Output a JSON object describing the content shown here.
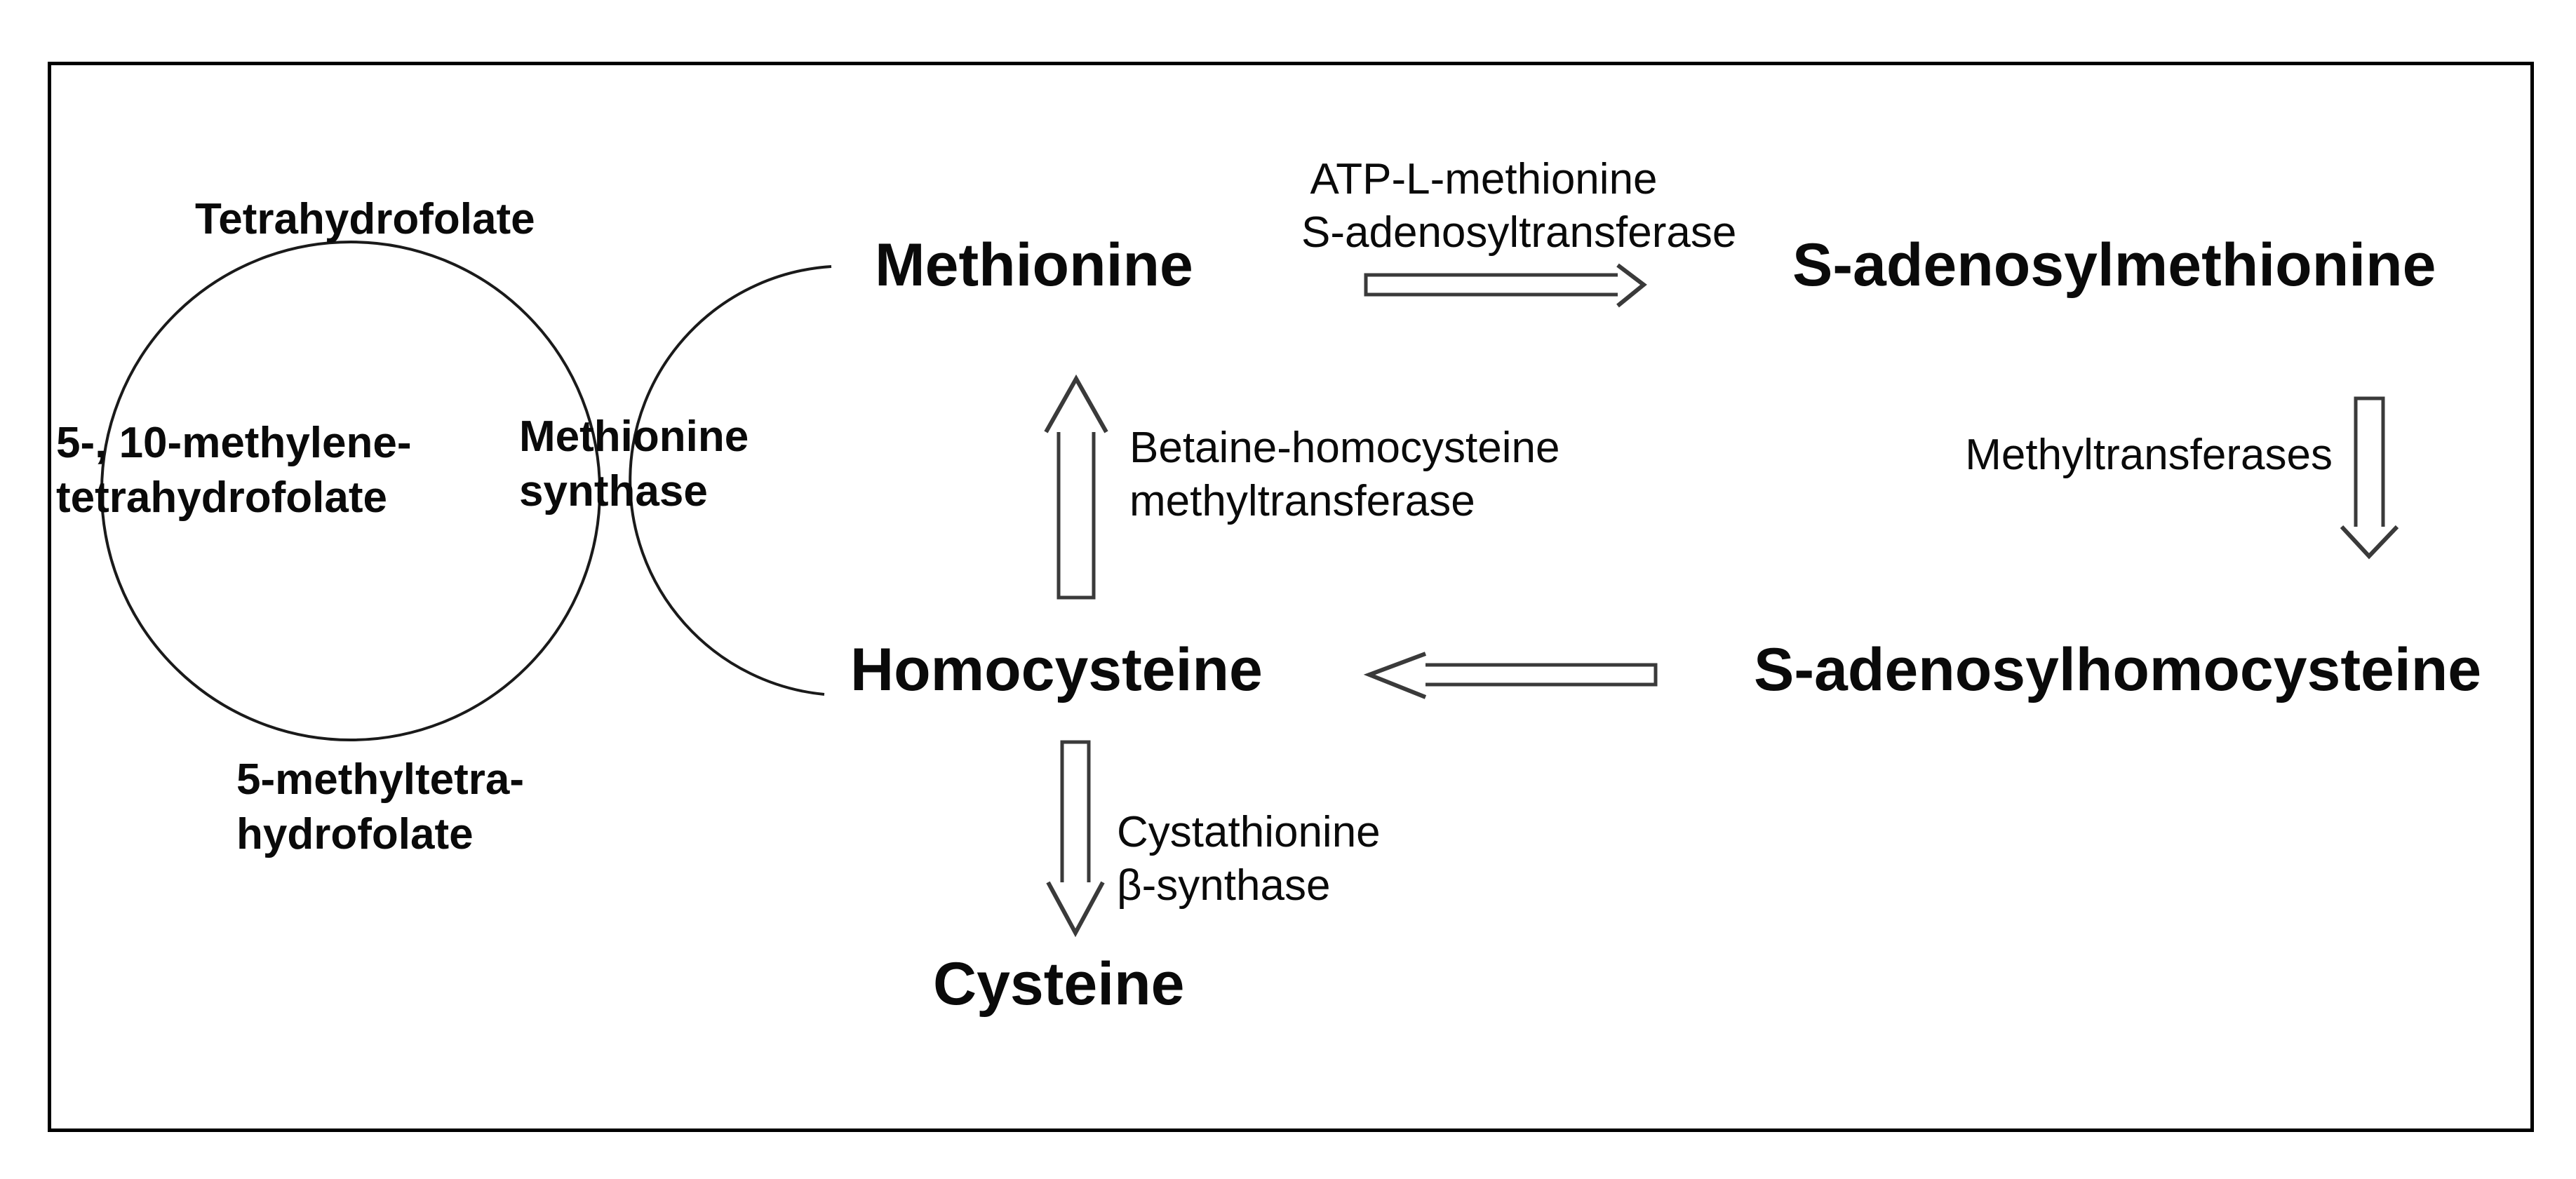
{
  "metabolites": {
    "methionine": "Methionine",
    "sam": "S-adenosylmethionine",
    "sah": "S-adenosylhomocysteine",
    "homocysteine": "Homocysteine",
    "cysteine": "Cysteine"
  },
  "folate_cycle": {
    "tetrahydrofolate": "Tetrahydrofolate",
    "methylene_thf_line1": "5-, 10-methylene-",
    "methylene_thf_line2": "tetrahydrofolate",
    "methyl_thf_line1": "5-methyltetra-",
    "methyl_thf_line2": "hydrofolate",
    "methionine_synthase_line1": "Methionine",
    "methionine_synthase_line2": "synthase"
  },
  "enzymes": {
    "mat_line1": "ATP-L-methionine",
    "mat_line2": "S-adenosyltransferase",
    "methyltransferases": "Methyltransferases",
    "bhmt_line1": "Betaine-homocysteine",
    "bhmt_line2": "methyltransferase",
    "cbs_line1": "Cystathionine",
    "cbs_line2": "β-synthase"
  },
  "colors": {
    "background": "#ffffff",
    "text": "#0a0a0a",
    "curve_line": "#1a1a1a",
    "arrow_outline": "#3a3a3a",
    "arrow_fill": "#ffffff",
    "frame_border": "#000000"
  }
}
